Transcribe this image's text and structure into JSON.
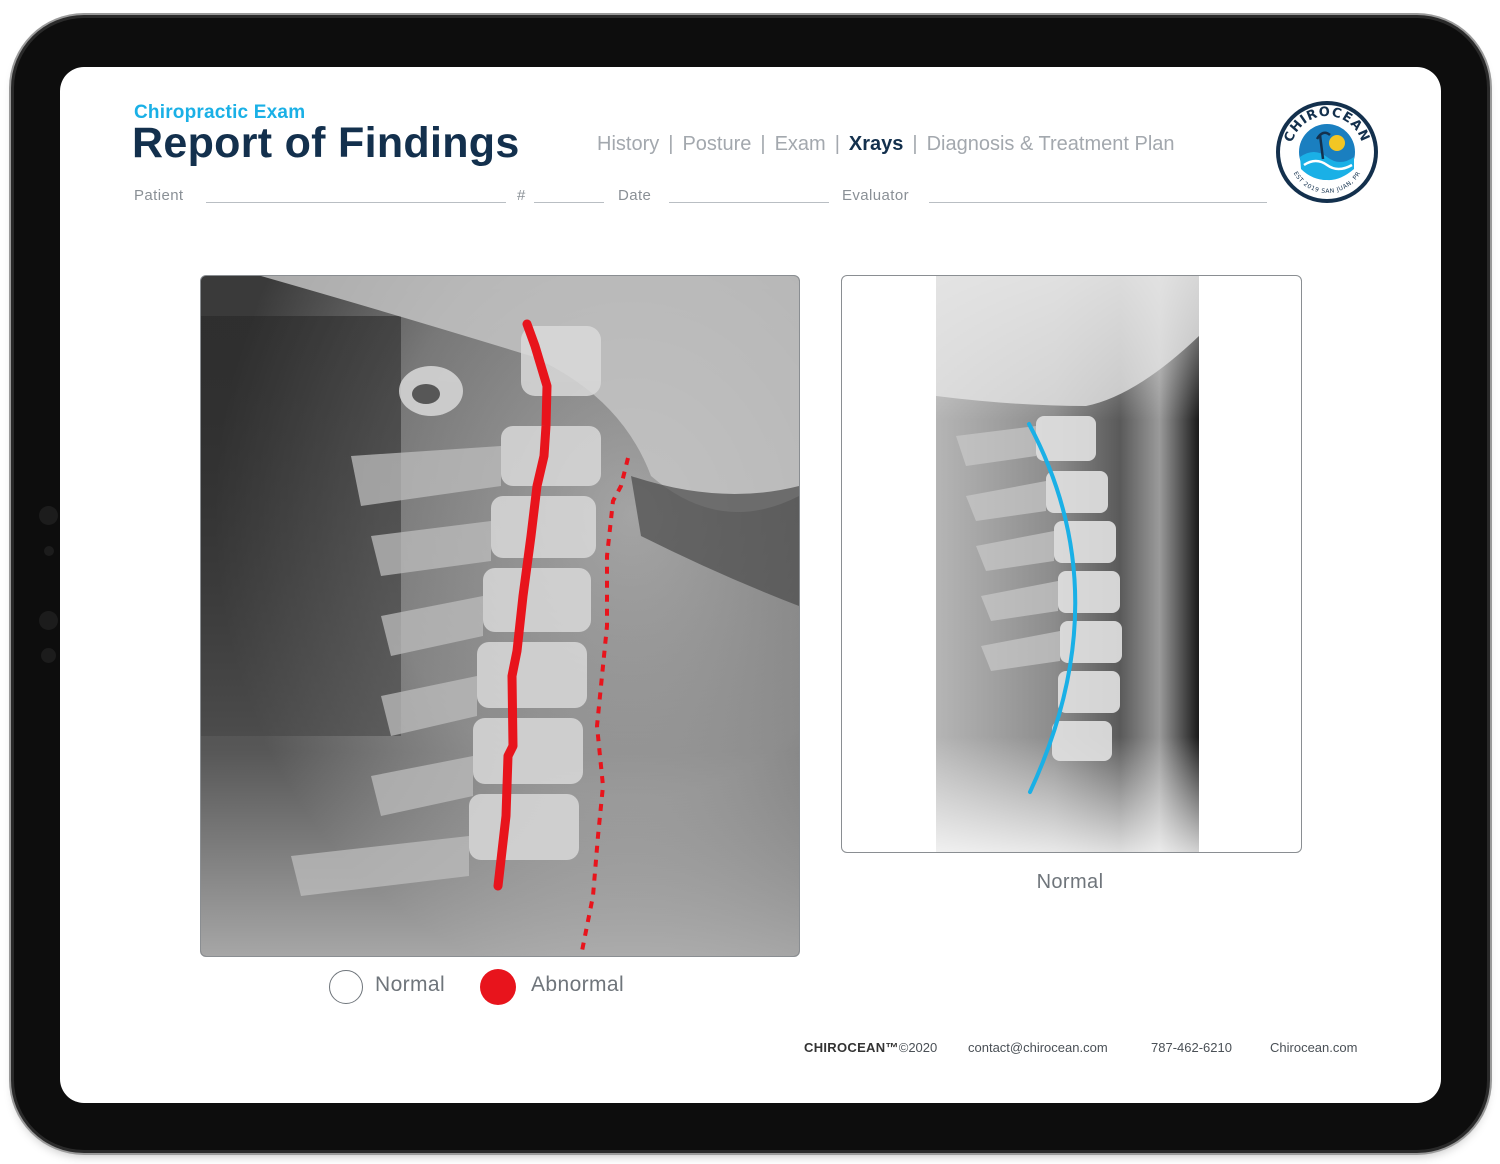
{
  "header": {
    "subtitle": "Chiropractic Exam",
    "title": "Report of Findings"
  },
  "nav": {
    "tabs": [
      {
        "label": "History",
        "active": false
      },
      {
        "label": "Posture",
        "active": false
      },
      {
        "label": "Exam",
        "active": false
      },
      {
        "label": "Xrays",
        "active": true
      },
      {
        "label": "Diagnosis & Treatment Plan",
        "active": false
      }
    ],
    "separator": "|"
  },
  "fields": {
    "patient_label": "Patient",
    "number_label": "#",
    "date_label": "Date",
    "evaluator_label": "Evaluator"
  },
  "logo": {
    "name": "CHIROCEAN",
    "established": "EST 2019 SAN JUAN, PR"
  },
  "xray_left": {
    "legend_normal": "Normal",
    "legend_abnormal": "Abnormal",
    "abnormal_color": "#e8141c",
    "normal_fill": "#ffffff"
  },
  "xray_right": {
    "caption": "Normal",
    "curve_color": "#1ab0e6"
  },
  "footer": {
    "brand": "CHIROCEAN™",
    "copyright": "©2020",
    "email": "contact@chirocean.com",
    "phone": "787-462-6210",
    "website": "Chirocean.com"
  },
  "colors": {
    "accent": "#1ab0e6",
    "title": "#13304d",
    "muted": "#a3a8ae"
  }
}
